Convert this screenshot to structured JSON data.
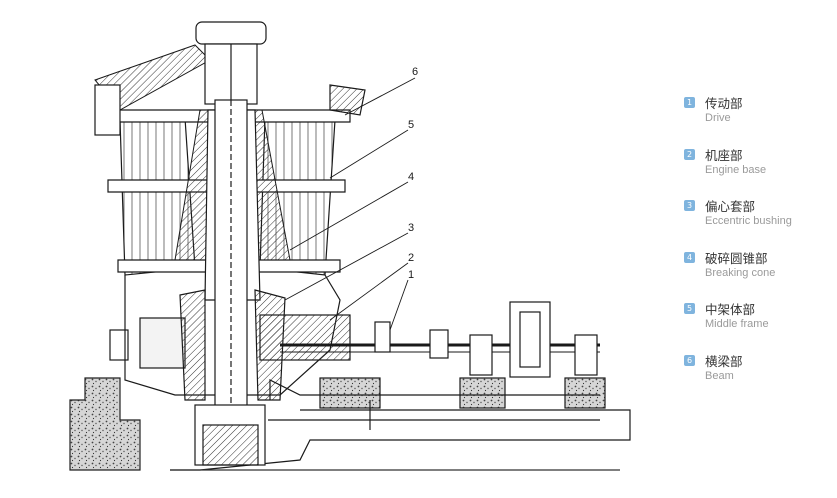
{
  "colors": {
    "badge": "#7fb4de",
    "line": "#1a1a1a"
  },
  "callouts": [
    "6",
    "5",
    "4",
    "3",
    "2",
    "1"
  ],
  "legend": [
    {
      "badge": "1",
      "zh": "传动部",
      "en": "Drive"
    },
    {
      "badge": "2",
      "zh": "机座部",
      "en": "Engine base"
    },
    {
      "badge": "3",
      "zh": "偏心套部",
      "en": "Eccentric bushing"
    },
    {
      "badge": "4",
      "zh": "破碎圆锥部",
      "en": "Breaking cone"
    },
    {
      "badge": "5",
      "zh": "中架体部",
      "en": "Middle frame"
    },
    {
      "badge": "6",
      "zh": "横梁部",
      "en": "Beam"
    }
  ]
}
